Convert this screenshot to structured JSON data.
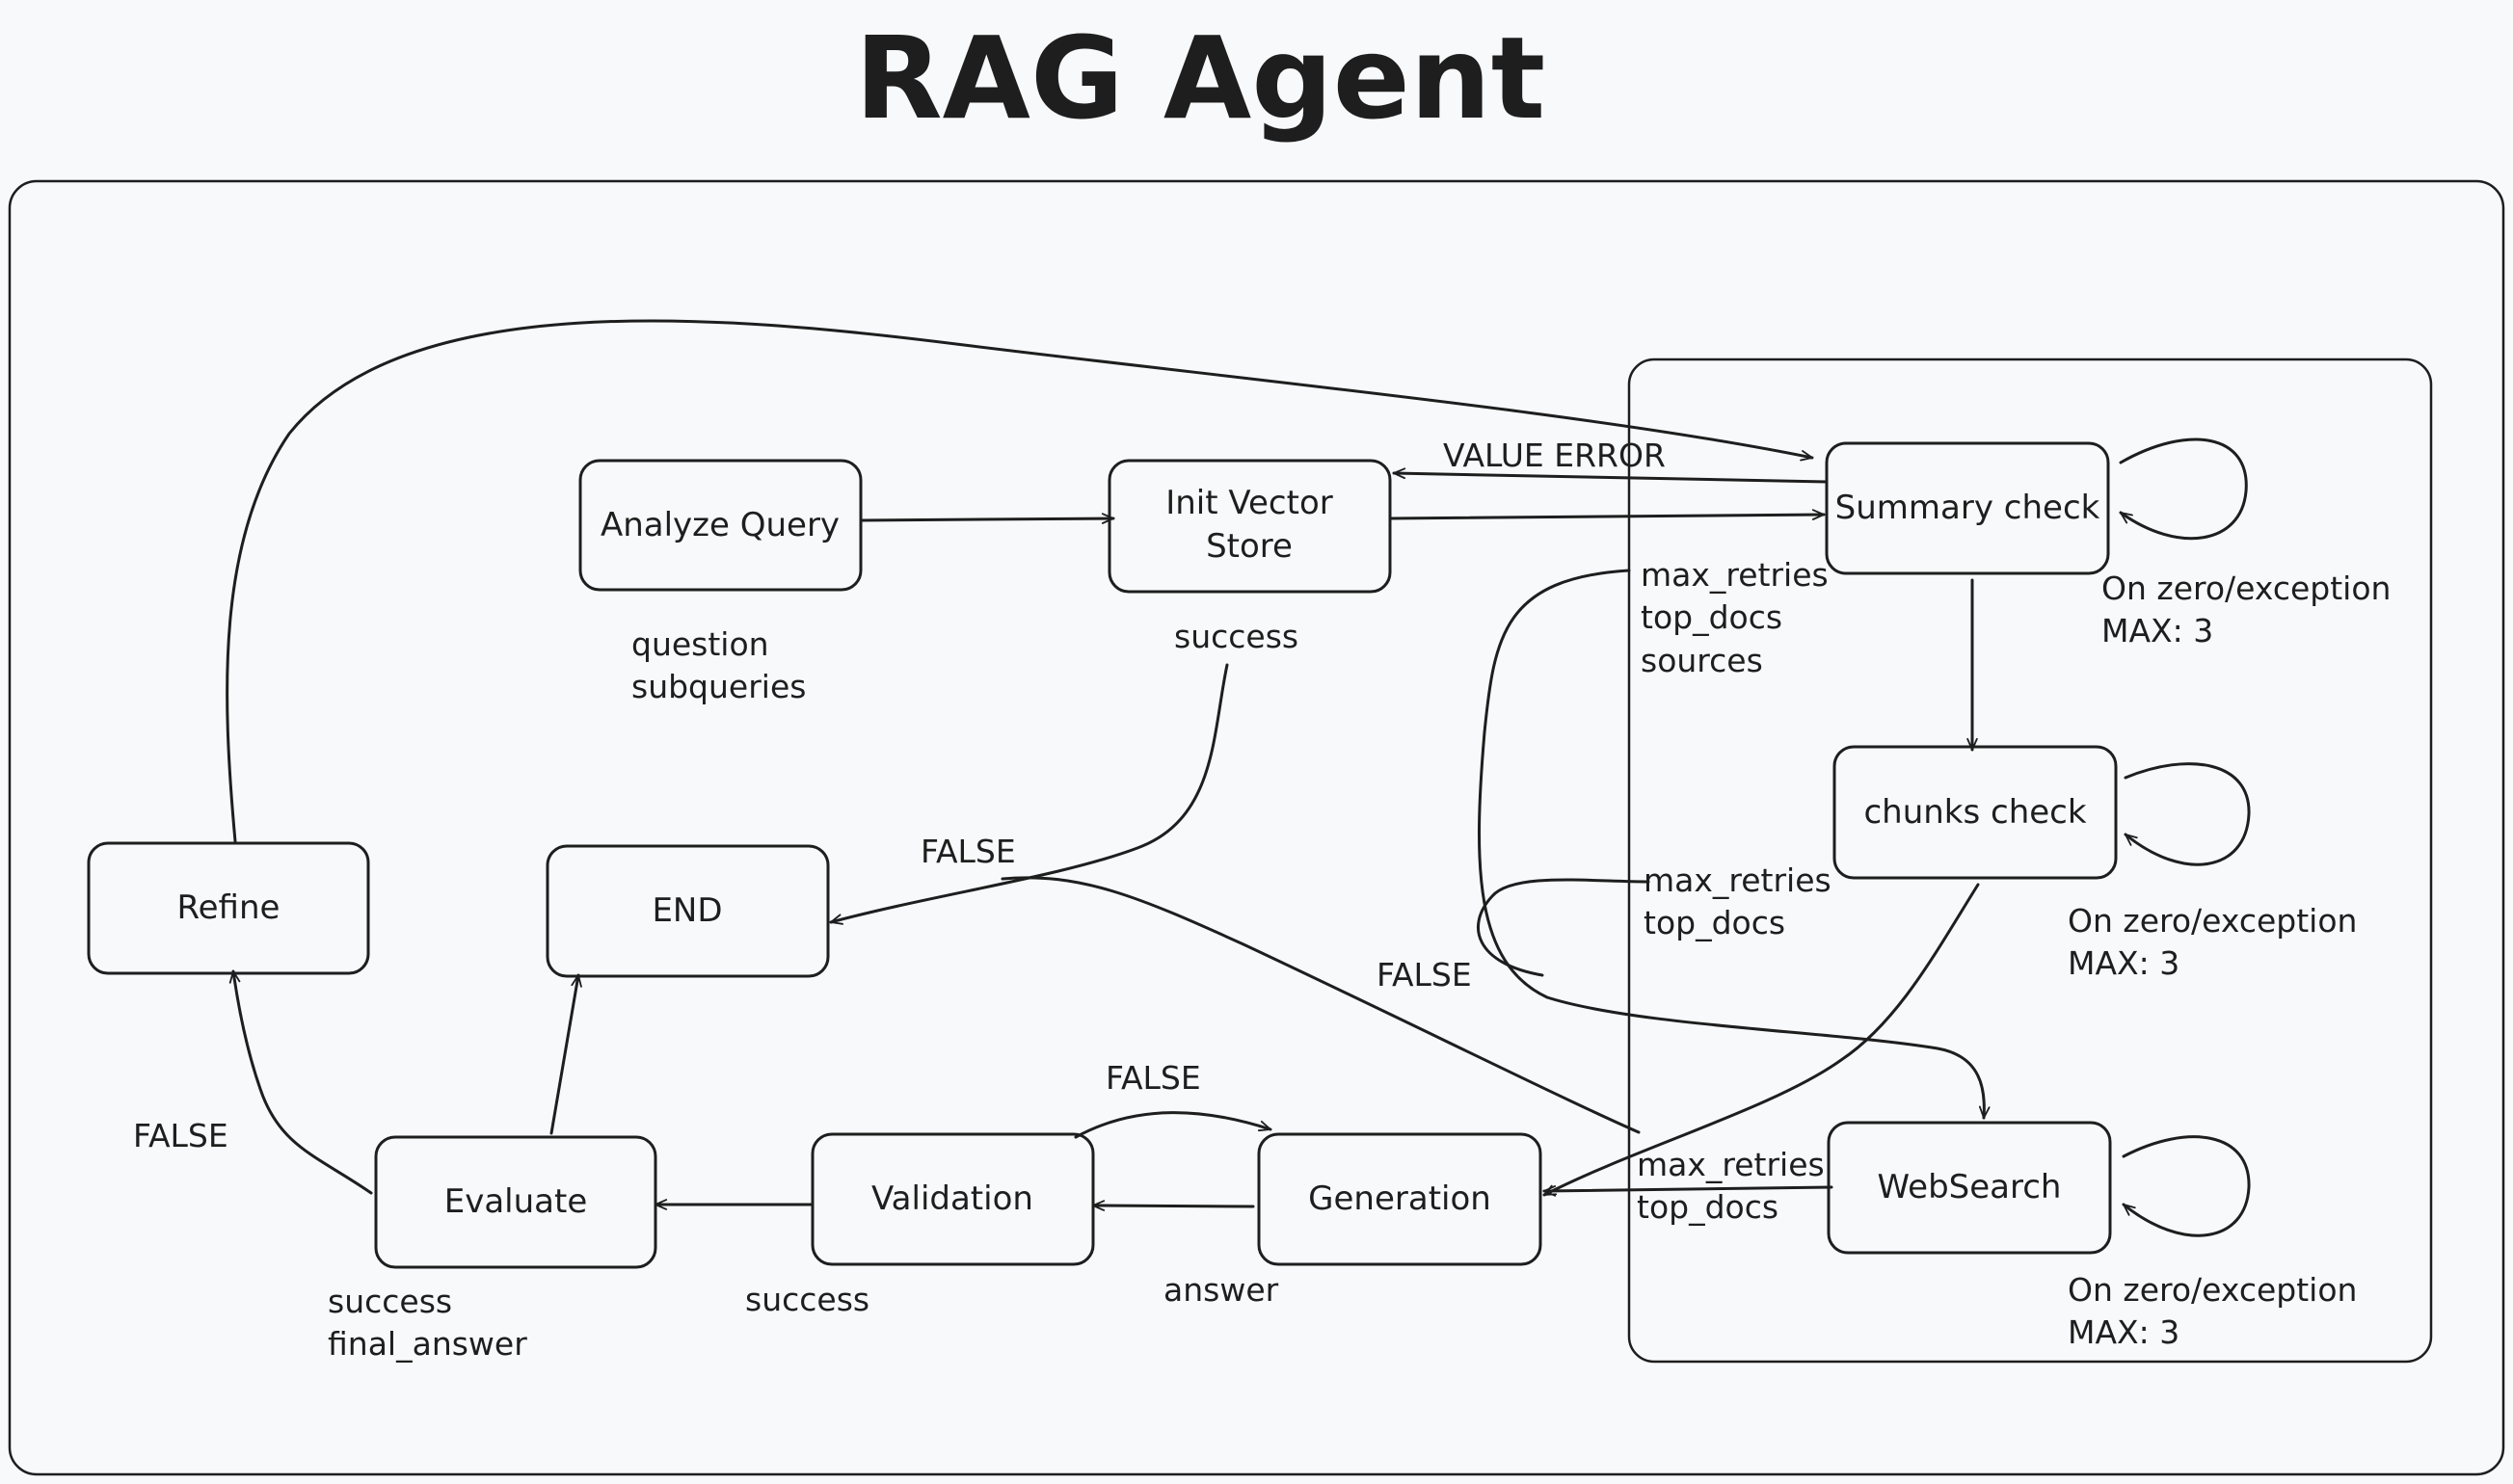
{
  "title": "RAG Agent",
  "colors": {
    "background": "#f8f9fa",
    "stroke": "#1e1e1e"
  },
  "nodes": {
    "analyze_query": "Analyze Query",
    "init_vector_store_line1": "Init Vector",
    "init_vector_store_line2": "Store",
    "summary_check": "Summary check",
    "chunks_check": "chunks check",
    "websearch": "WebSearch",
    "refine": "Refine",
    "end": "END",
    "evaluate": "Evaluate",
    "validation": "Validation",
    "generation": "Generation"
  },
  "annotations": {
    "analyze_query_outputs": [
      "question",
      "subqueries"
    ],
    "init_vector_store_output": "success",
    "value_error": "VALUE ERROR",
    "summary_outputs": [
      "max_retries",
      "top_docs",
      "sources"
    ],
    "summary_retry": [
      "On zero/exception",
      "MAX: 3"
    ],
    "chunks_outputs": [
      "max_retries",
      "top_docs"
    ],
    "chunks_retry": [
      "On zero/exception",
      "MAX: 3"
    ],
    "websearch_outputs": [
      "max_retries",
      "top_docs"
    ],
    "websearch_retry": [
      "On zero/exception",
      "MAX: 3"
    ],
    "false_end": "FALSE",
    "false_websearch": "FALSE",
    "false_validation": "FALSE",
    "false_refine": "FALSE",
    "evaluate_outputs": [
      "success",
      "final_answer"
    ],
    "validation_output": "success",
    "generation_output": "answer"
  }
}
